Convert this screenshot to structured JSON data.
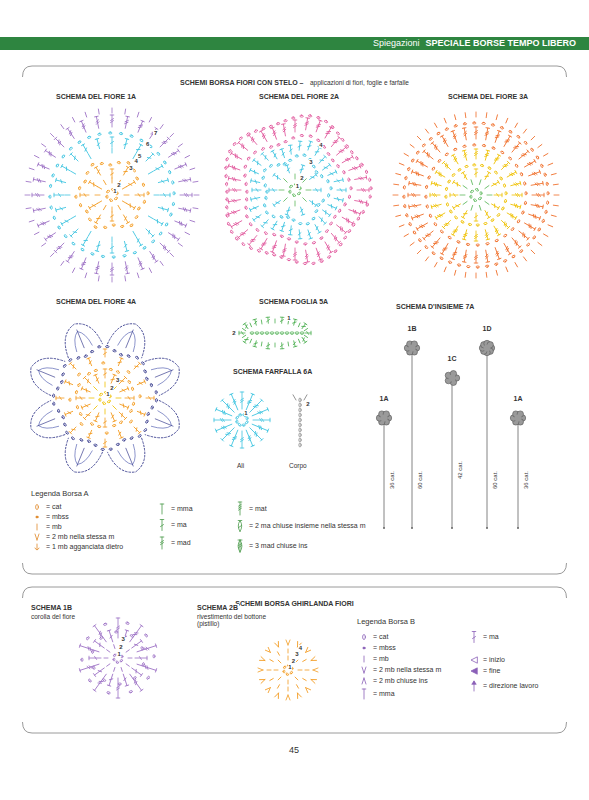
{
  "diagram": {
    "title": "SPECIALE BORSE TEMPO LIBERO",
    "nodes": [
      {
        "text": [
          "SCHEMI BORSA FIORI CON STELO –",
          "applicazioni di fiori, foglie e farfalle"
        ]
      },
      {
        "text": [
          "SCHEMI BORSA GHIRLANDA FIORI"
        ]
      }
    ],
    "labels": [
      "Spiegazioni",
      "SCHEMA DEL FIORE 1A",
      "SCHEMA DEL FIORE 2A",
      "SCHEMA DEL FIORE 3A",
      "SCHEMA DEL FIORE 4A",
      "SCHEMA FOGLIA 5A",
      "SCHEMA FARFALLA 6A",
      "Ali",
      "Corpo",
      "SCHEMA D'INSIEME 7A",
      "1B",
      "1D",
      "1C",
      "1A",
      "1A",
      "36 cat.",
      "60 cat.",
      "42 cat.",
      "60 cat.",
      "36 cat.",
      "Legenda Borsa A",
      "SCHEMA 1B",
      "corolla del fiore",
      "SCHEMA 2B",
      "rivestimento del bottone (pistillo)",
      "Legenda Borsa B",
      "45",
      "1",
      "2",
      "3",
      "4",
      "5",
      "6",
      "7",
      "1",
      "2",
      "3",
      "4",
      "1",
      "2",
      "3",
      "1",
      "2",
      "1",
      "2",
      "1",
      "2",
      "3",
      "1",
      "2",
      "3",
      "4"
    ],
    "legend": [
      {
        "text": "= cat"
      },
      {
        "text": "= mbss"
      },
      {
        "text": "= mb"
      },
      {
        "text": "= 2 mb nella stessa m"
      },
      {
        "text": "= 1 mb agganciata dietro"
      },
      {
        "text": "= mma"
      },
      {
        "text": "= ma"
      },
      {
        "text": "= mad"
      },
      {
        "text": "= mat"
      },
      {
        "text": "= 2 ma chiuse insieme nella stessa m"
      },
      {
        "text": "= 3 mad chiuse ins"
      },
      {
        "text": "= cat"
      },
      {
        "text": "= mbss"
      },
      {
        "text": "= mb"
      },
      {
        "text": "= 2 mb nella stessa m"
      },
      {
        "text": "= 2 mb chiuse ins"
      },
      {
        "text": "= mma"
      },
      {
        "text": "= ma"
      },
      {
        "text": "= inizio"
      },
      {
        "text": "= fine"
      },
      {
        "text": "= direzione lavoro"
      }
    ]
  }
}
